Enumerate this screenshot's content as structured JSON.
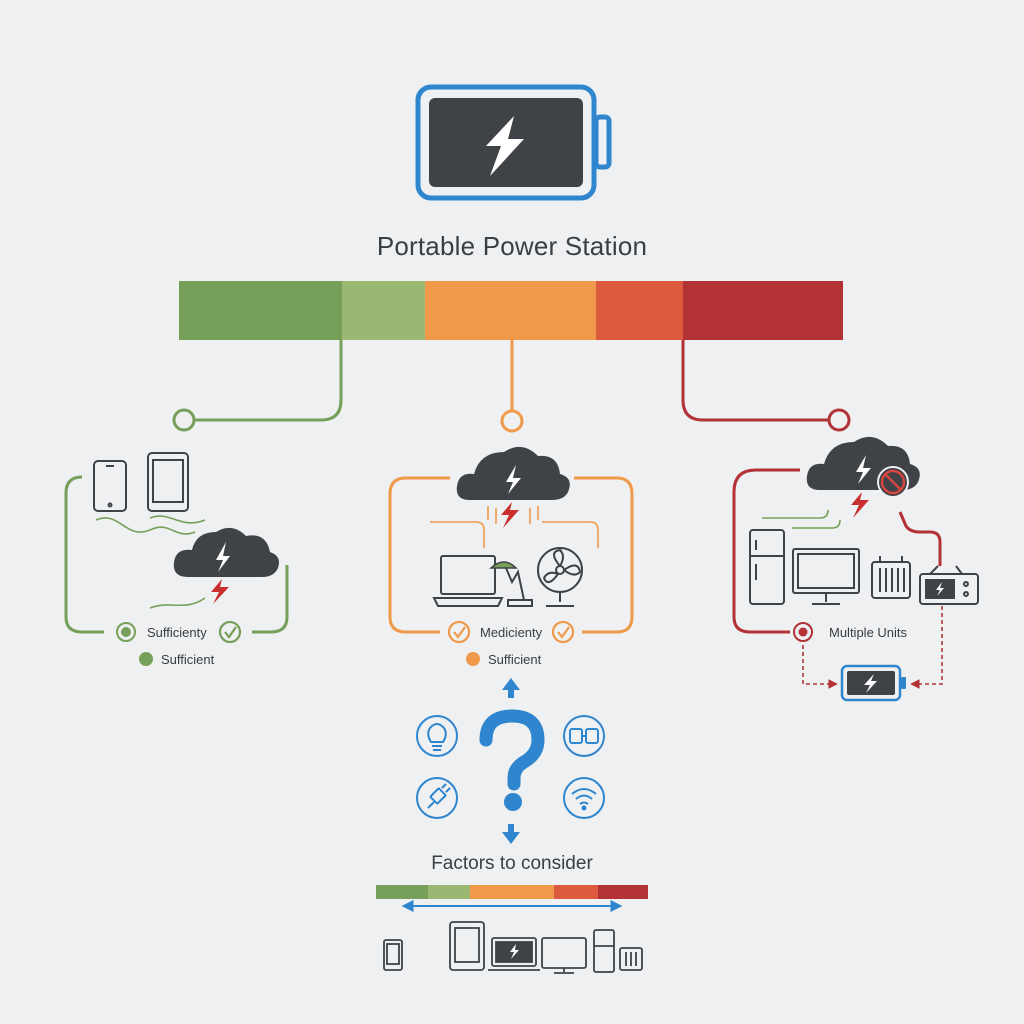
{
  "title": "Portable Power Station",
  "colors": {
    "green_dark": "#76a05a",
    "green_light": "#9ab872",
    "orange": "#f0994a",
    "red_orange": "#de5a3f",
    "red_dark": "#b23236",
    "blue": "#2f86cf",
    "icon_dark": "#3f4247"
  },
  "scale_bar": {
    "segments": [
      "#76a05a",
      "#9ab872",
      "#f0994a",
      "#de5a3f",
      "#b23236"
    ]
  },
  "branches": [
    {
      "id": "low",
      "color": "#76a05a",
      "devices": [
        "smartphone-icon",
        "tablet-icon"
      ],
      "check_label": "Sufficienty",
      "status_label": "Sufficient"
    },
    {
      "id": "medium",
      "color": "#f0994a",
      "devices": [
        "laptop-icon",
        "desk-lamp-icon",
        "fan-icon"
      ],
      "check_label": "Medicienty",
      "status_label": "Sufficient"
    },
    {
      "id": "high",
      "color": "#b23236",
      "devices": [
        "refrigerator-icon",
        "monitor-icon",
        "heater-icon",
        "microwave-icon"
      ],
      "check_label": "Multiple Units"
    }
  ],
  "factors": {
    "label": "Factors to consider",
    "icons": [
      "lightbulb-icon",
      "plug-icon",
      "cable-icon",
      "wifi-icon",
      "question-mark-icon"
    ],
    "device_row": [
      "smartphone-icon",
      "tablet-icon",
      "laptop-icon",
      "monitor-icon",
      "refrigerator-icon",
      "heater-icon"
    ]
  }
}
